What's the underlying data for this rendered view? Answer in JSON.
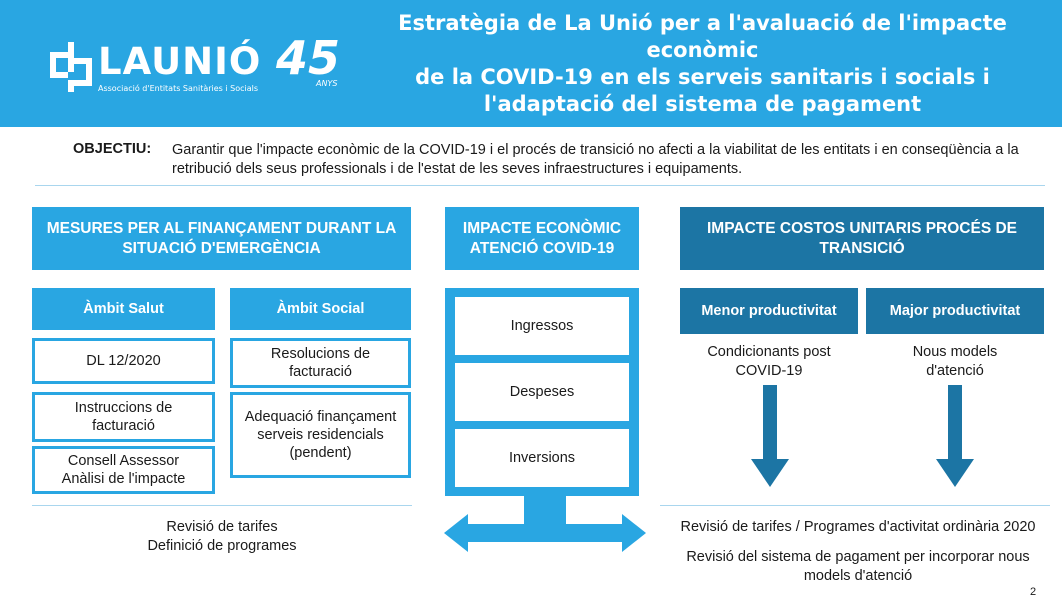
{
  "header": {
    "title": "Estratègia de La Unió per a l'avaluació de l'impacte econòmic\nde la COVID-19 en els serveis sanitaris i socials i\nl'adaptació del sistema de pagament",
    "logo_name": "LAUNIÓ",
    "logo_sub": "Associació d'Entitats Sanitàries i Socials",
    "anniv_number": "45",
    "anniv_label": "ANYS"
  },
  "objective": {
    "label": "OBJECTIU:",
    "text": "Garantir que l'impacte econòmic de la COVID-19 i el procés de transició no afecti a la viabilitat de les entitats i en conseqüència a la retribució dels seus professionals i de l'estat de les seves infraestructures i equipaments."
  },
  "left": {
    "title": "MESURES PER AL FINANÇAMENT DURANT LA SITUACIÓ D'EMERGÈNCIA",
    "salut": {
      "title": "Àmbit Salut",
      "items": [
        "DL 12/2020",
        "Instruccions de facturació",
        "Consell Assessor Anàlisi de l'impacte"
      ]
    },
    "social": {
      "title": "Àmbit Social",
      "items": [
        "Resolucions de facturació",
        "Adequació finançament serveis residencials (pendent)"
      ]
    },
    "footer_lines": [
      "Revisió de tarifes",
      "Definició de programes"
    ]
  },
  "center": {
    "title": "IMPACTE ECONÒMIC ATENCIÓ COVID-19",
    "items": [
      "Ingressos",
      "Despeses",
      "Inversions"
    ]
  },
  "right": {
    "title": "IMPACTE COSTOS UNITARIS PROCÉS DE TRANSICIÓ",
    "col1": {
      "title": "Menor productivitat",
      "text": "Condicionants post COVID-19"
    },
    "col2": {
      "title": "Major productivitat",
      "text": "Nous models d'atenció"
    },
    "footer_line1": "Revisió de tarifes / Programes d'activitat ordinària 2020",
    "footer_line2": "Revisió del sistema de pagament per incorporar nous models d'atenció"
  },
  "page_number": "2",
  "colors": {
    "primary": "#29a6e2",
    "dark": "#1c75a4",
    "separator": "#a9d6ee"
  }
}
